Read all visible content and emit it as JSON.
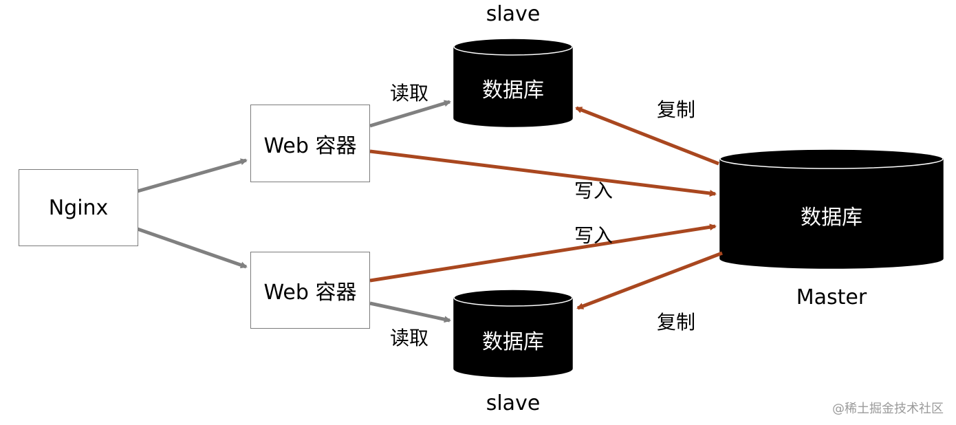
{
  "nodes": {
    "nginx": "Nginx",
    "web_container_top": "Web 容器",
    "web_container_bottom": "Web 容器",
    "db_slave_top": "数据库",
    "db_slave_bottom": "数据库",
    "db_master": "数据库"
  },
  "captions": {
    "slave_top": "slave",
    "slave_bottom": "slave",
    "master": "Master"
  },
  "edge_labels": {
    "read_top": "读取",
    "read_bottom": "读取",
    "write_top": "写入",
    "write_bottom": "写入",
    "replicate_top": "复制",
    "replicate_bottom": "复制"
  },
  "colors": {
    "gray_arrow": "#808080",
    "write_arrow": "#a9471f",
    "database_fill": "#000000"
  },
  "watermark": "@稀土掘金技术社区"
}
